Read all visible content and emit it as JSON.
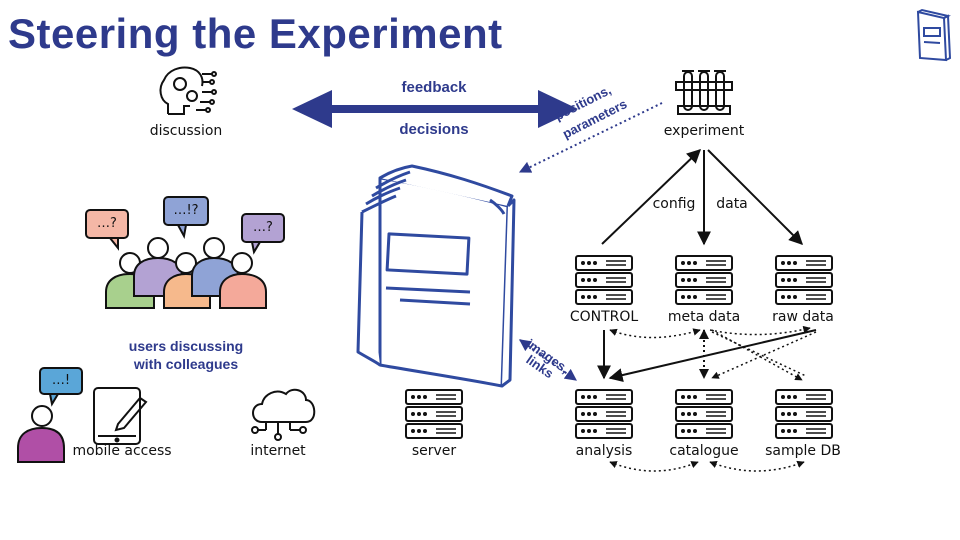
{
  "title": "Steering the Experiment",
  "labels": {
    "discussion": "discussion",
    "experiment": "experiment",
    "feedback": "feedback",
    "decisions": "decisions",
    "positions": "positions,",
    "parameters": "parameters",
    "config": "config",
    "data": "data",
    "control": "CONTROL",
    "meta_data": "meta data",
    "raw_data": "raw data",
    "images": "images,",
    "links": "links",
    "analysis": "analysis",
    "catalogue": "catalogue",
    "sample_db": "sample DB",
    "users_line1": "users discussing",
    "users_line2": "with colleagues",
    "mobile_access": "mobile access",
    "internet": "internet",
    "server": "server"
  },
  "bubbles": {
    "b1": "…?",
    "b2": "…!?",
    "b3": "…?",
    "b4": "…!"
  },
  "colors": {
    "accent": "#2e3a8c",
    "notebook": "#2f4aa0",
    "user_green": "#a8d08d",
    "user_purple": "#b3a2d3",
    "user_orange": "#f6b98c",
    "user_blue": "#8fa3d6",
    "user_pink": "#f4a99a",
    "mobile_user": "#b04fa6",
    "bubble_pink": "#f4b7a6",
    "bubble_blue": "#8fa3d6",
    "bubble_purple": "#b3a2d3",
    "bubble_cyan": "#5aa6d8"
  },
  "icons": [
    "brain-gears-icon",
    "test-tubes-icon",
    "notebook-icon",
    "server-icon",
    "tablet-icon",
    "cloud-network-icon",
    "user-icon",
    "speech-bubble-icon"
  ]
}
